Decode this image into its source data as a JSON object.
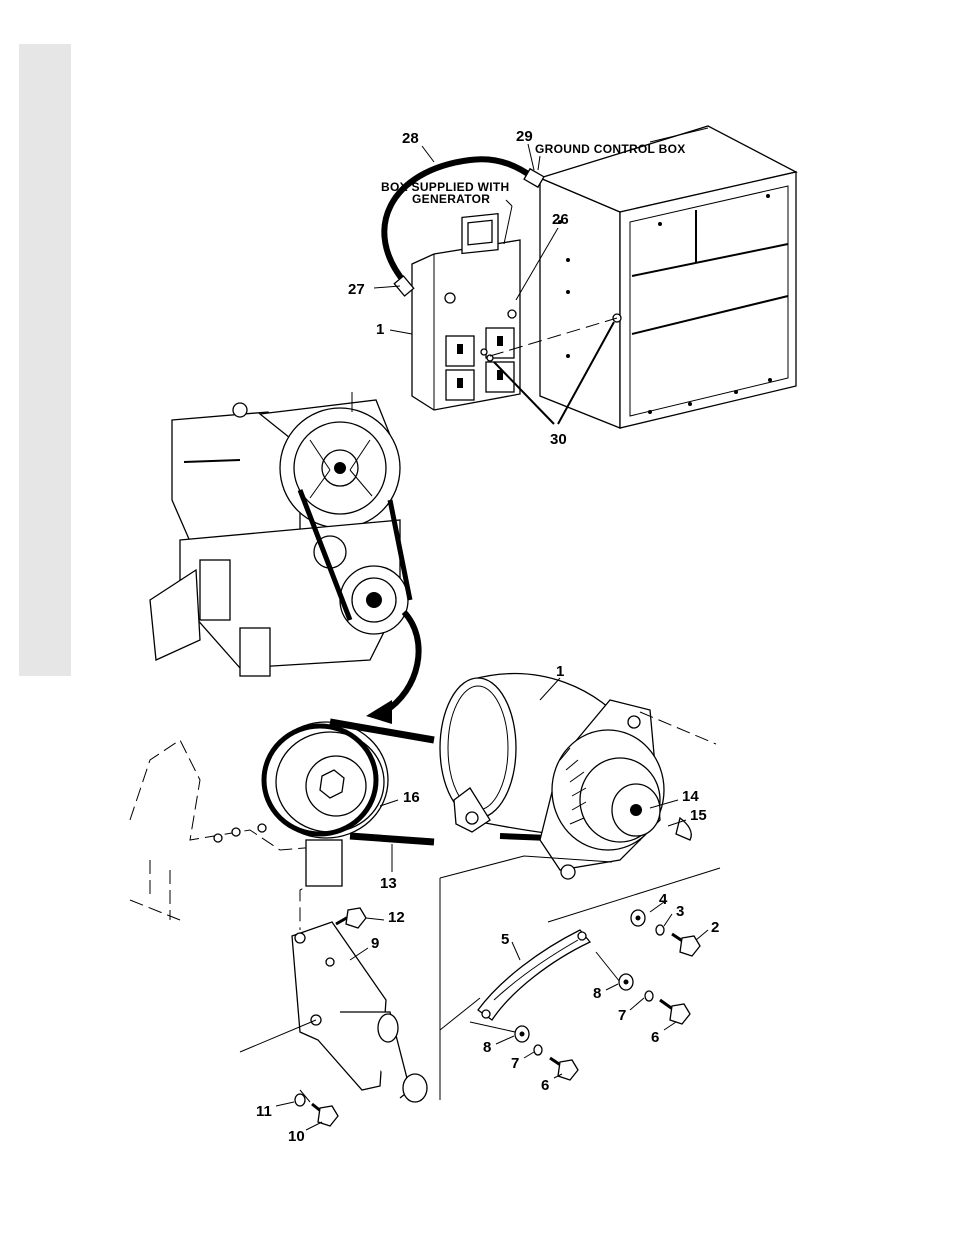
{
  "captions": {
    "ground_control_box": "GROUND CONTROL BOX",
    "box_supplied_line1": "BOX SUPPLIED WITH",
    "box_supplied_line2": "GENERATOR"
  },
  "callouts": {
    "n28": "28",
    "n29": "29",
    "n26": "26",
    "n27": "27",
    "n1_box": "1",
    "n30": "30",
    "n1_gen": "1",
    "n14": "14",
    "n15": "15",
    "n16": "16",
    "n13": "13",
    "n4": "4",
    "n3": "3",
    "n2": "2",
    "n12": "12",
    "n9": "9",
    "n5": "5",
    "n8_a": "8",
    "n7_a": "7",
    "n6_a": "6",
    "n8_b": "8",
    "n7_b": "7",
    "n6_b": "6",
    "n11": "11",
    "n10": "10"
  }
}
